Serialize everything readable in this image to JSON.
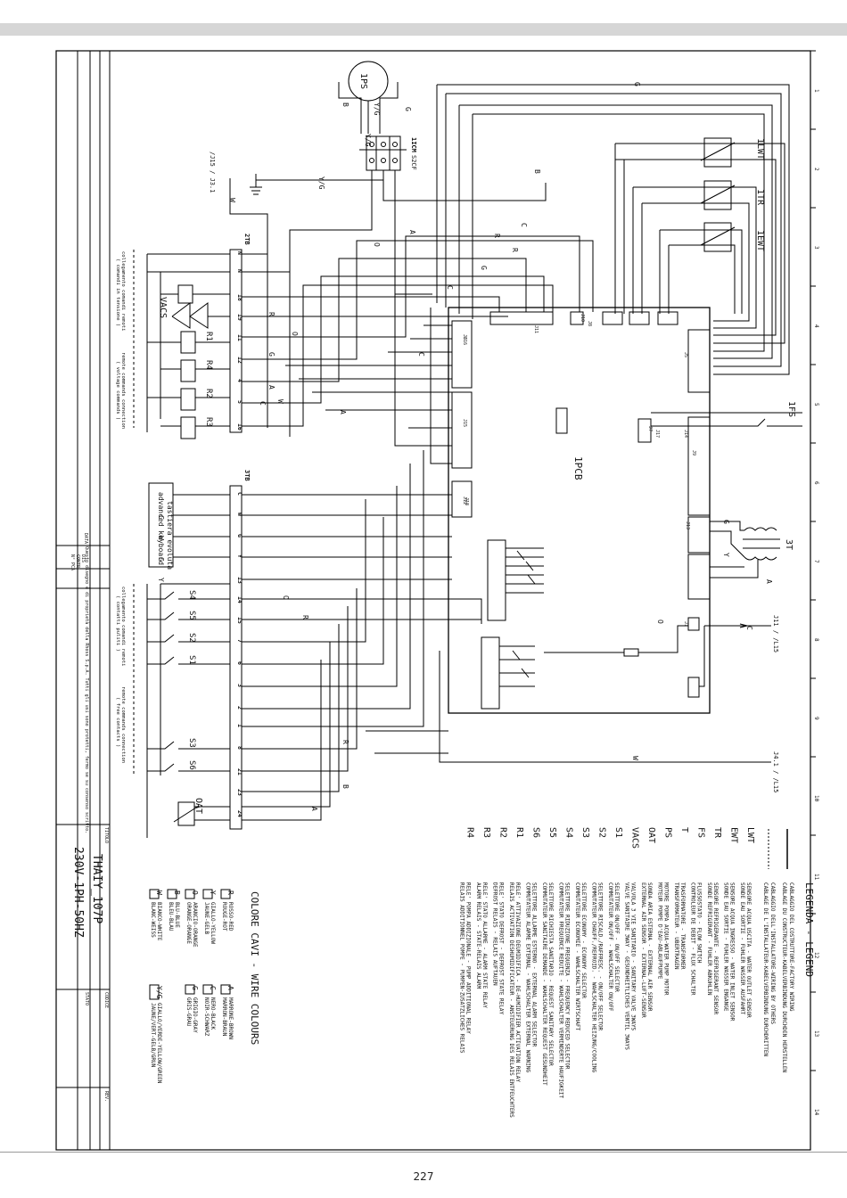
{
  "page_number": "227",
  "title_block": {
    "title_label": "TITOLO",
    "model": "THAIY_107P",
    "power": "230V-1PH-50HZ",
    "rows": [
      "DATA",
      "DIS",
      "CONTR",
      "N° PCA"
    ],
    "stato": "STATO",
    "codice": "CODICE",
    "rev": "REV.",
    "note": "Questo disegno è di proprietà della Rhoss S.p.A. Tutti gli usi sono protetti, fermo se su consenso scritto."
  },
  "ruler": [
    "1",
    "2",
    "3",
    "4",
    "5",
    "6",
    "7",
    "8",
    "9",
    "10",
    "11",
    "12",
    "13",
    "14"
  ],
  "legend": {
    "title": "LEGENDA - LEGEND",
    "factory_it": "CABLAGGIO DEL COSTRUTTORE-FACTORY WIRING",
    "factory_de": "CABLAGE DU CONSTRUCTEUR-KABELVERBINDUNG DURCHDEN HERSTELLEN",
    "others_it": "CABLAGGIO DELL'INSTALLATORE-WIRING BY OTHERS",
    "others_de": "CABLAGE DE L'INSTALLATEUR-KABELVERBINDUNG DURCHDRITTEN",
    "items": [
      {
        "code": "LWT",
        "it": "SENSORE ACQUA USCITA - WATER OUTLET SENSOR",
        "fr": "SONDE EAU SORTIE - FUHLER WASSER AUSFAHRT"
      },
      {
        "code": "EWT",
        "it": "SENSORE ACQUA INGRESSO - WATER INLET SENSOR",
        "fr": "SONDE EAU SORTIE - FUHLER WASSER ENGANGE"
      },
      {
        "code": "TR",
        "it": "SENSORE REFRIGERANTE - REFRIGERANT SENSOR",
        "fr": "SONDE REFRIGERANT - FUHLER ABKUHLEN"
      },
      {
        "code": "FS",
        "it": "FLUSSOSTATO - FLOW SWITCH",
        "fr": "CONTROLEUR DE DEBIT - FLUX SCHALTER"
      },
      {
        "code": "T",
        "it": "TRASFORMATORE - TRANSFORMER",
        "fr": "TRANSFORMATEUR - UBERTRAGEN"
      },
      {
        "code": "PS",
        "it": "MOTORE POMPA ACQUA-WATER PUMP MOTOR",
        "fr": "MOTEUR POMPE D'EAU-ABLAUFPUMPE"
      },
      {
        "code": "OAT",
        "it": "SONDA ARIA ESTERNA - EXTERNAL AIR SENSOR",
        "fr": "EXTERNAL AIR SENSOR - EXTERNAL-LUFT-SENSOR"
      },
      {
        "code": "VACS",
        "it": "VALVOLA 3 VIE SANITARIO - SANITARY VALVE 3WAYS",
        "fr": "VALVE SANITAIRE 3WAY - GESUNDHEITLICHES VENTIL 3WAYS"
      },
      {
        "code": "S1",
        "it": "SELETTORE ON/OFF - ON/OFF SELECTOR",
        "fr": "COMMUTATEUR ON/OFF - WAHLSCHALTER ON/OFF"
      },
      {
        "code": "S2",
        "it": "SELETTORE RISCALD./RAFFRESC. - ON/OFF SELECTOR",
        "fr": "COMMUTATEUR CHAUFF./REFROID. - WAHLSCHALTER HEIZUNG/COOLING"
      },
      {
        "code": "S3",
        "it": "SELETTORE ECONOMY - ECONOMY SELECTOR",
        "fr": "COMMUTATEUR ECONOMIE - WAHLSCHALTER WIRTSCHAFT"
      },
      {
        "code": "S4",
        "it": "SELETTORE RIDUZIONE FREQUENZA - FREQUENCY REDUCED SELECTOR",
        "fr": "COMMUTATEUR FREQUENCE REDUITE - WAHLSCHALTER VERMINDERTE HAUFIGKEIT"
      },
      {
        "code": "S5",
        "it": "SELETTORE RICHIESTA SANITARIO - REQUEST SANITARY SELECTOR",
        "fr": "COMMUTATEUR SANITAIRE DEMANDE - WAHLSCHALTER REQUEST GESUNDHEIT"
      },
      {
        "code": "S6",
        "it": "SELETTORE ALLARME ESTERNO - EXTERNAL ALARM SELECTOR",
        "fr": "COMMUTATEUR ALARME EXTERNAL - WAHLSCHALTER EXTERNAL WARNING"
      },
      {
        "code": "R1",
        "it": "RELE' ATTIVAZIONE DEUMIDIFICA - DE-HUMIDIFIER ACTIVATION RELAY",
        "fr": "RELAIS ACTIVATION DESHUMIDIFICATEUR - ANSTEUERUNG DES RELAIS ENTFEUCHTERS"
      },
      {
        "code": "R2",
        "it": "RELE' STATO DEFROST - DEFROST STATE RELAY",
        "fr": "DEFROST RELAIS - RELAIS AUFTAUEN"
      },
      {
        "code": "R3",
        "it": "RELE' STATO ALLARME - ALARM STATE RELAY",
        "fr": "ALARM RELAIS - STATE-RELAIS ALARM"
      },
      {
        "code": "R4",
        "it": "RELE' POMPA ADDIZIONALE - PUMP ADDITIONAL RELAY",
        "fr": "RELAIS ADDITIONNEL POMPE - PUMPEN-ZUSATZLICHES RELAIS"
      }
    ]
  },
  "colours": {
    "title": "COLORE CAVI - WIRE COLOURS",
    "items": [
      {
        "code": "R",
        "text": "ROSSO-RED",
        "text2": "ROUGE-ROT"
      },
      {
        "code": "Y",
        "text": "GIALLO-YELLOW",
        "text2": "JAUNE-GELB"
      },
      {
        "code": "O",
        "text": "ARANCIO-ORANGE",
        "text2": "ORANGE-ORANGE"
      },
      {
        "code": "B",
        "text": "BLU-BLUE",
        "text2": "BLEU-BLAU"
      },
      {
        "code": "W",
        "text": "BIANCO-WHITE",
        "text2": "BLANC-WEISS"
      },
      {
        "code": "A",
        "text": "MARRONE-BROWN",
        "text2": "MARRON-BRAUN"
      },
      {
        "code": "C",
        "text": "NERO-BLACK",
        "text2": "NOIR-SCHWARZ"
      },
      {
        "code": "G",
        "text": "GRIGIO-GRAY",
        "text2": "GRIS-GRAU"
      },
      {
        "code": "Y/G",
        "text": "GIALLO/VERDE-YELLOW/GREEN",
        "text2": "JAUNE/VERT-GELB/GRUN"
      }
    ]
  },
  "components": {
    "pump": "1PS",
    "cm": "1ICM",
    "s2cf": "S2CF",
    "j1": "/J15 / J3.1",
    "lwt": "1LWT",
    "tr": "1TR",
    "ewt": "1EWT",
    "fs": "1FS",
    "t3": "3T",
    "pcb": "1PCB",
    "tb2": "2TB",
    "tb3": "3TB",
    "vacs": "VACS",
    "oat": "OAT",
    "j11": "J11 / /L15",
    "j41": "J4.1 / /L15",
    "remote_v_it": "collegamento comandi remoti",
    "remote_v_it2": "( comandi in tensione )",
    "remote_v_en": "remote commands connection",
    "remote_v_en2": "( voltage commands )",
    "remote_f_it": "collegamento comandi remoti",
    "remote_f_it2": "( contatti puliti )",
    "remote_f_en": "remote commands connection",
    "remote_f_en2": "( free contacts )",
    "keyboard_it": "tastiera evoluta",
    "keyboard_en": "advanced keyboard"
  },
  "tb2_terminals": [
    "N",
    "N",
    "18",
    "19",
    "11",
    "12",
    "4",
    "5",
    "16"
  ],
  "tb3_terminals": [
    "C",
    "W",
    "G",
    "Y",
    "13",
    "14",
    "15",
    "7",
    "6",
    "3",
    "2",
    "1",
    "8",
    "21",
    "23",
    "24"
  ],
  "relays": [
    "R1",
    "R4",
    "R2",
    "R3"
  ],
  "switches_top": [
    "S4",
    "S5",
    "S2",
    "S1"
  ],
  "switches_bot": [
    "S3",
    "S6"
  ],
  "keyboard_keys": [
    "C",
    "W",
    "G",
    "Y"
  ],
  "connectors": [
    "J5",
    "J6",
    "J7",
    "J8",
    "J9",
    "J10",
    "J11",
    "J12",
    "J13",
    "J14",
    "J15",
    "J16",
    "J17",
    "J18",
    "J1"
  ],
  "wire_letters": [
    "B",
    "Y/G",
    "G",
    "Y/G",
    "Y/G",
    "B",
    "W",
    "R",
    "R",
    "G",
    "C",
    "A",
    "O",
    "R",
    "O",
    "G",
    "A",
    "C",
    "W",
    "C",
    "A",
    "C",
    "O",
    "R",
    "R",
    "B",
    "A",
    "A",
    "C",
    "O",
    "W",
    "G",
    "Y",
    "G"
  ]
}
